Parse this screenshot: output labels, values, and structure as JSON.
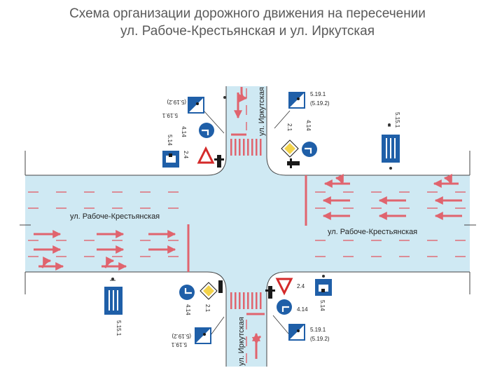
{
  "title": {
    "line1": "Схема организации дорожного движения на пересечении",
    "line2": "ул. Рабоче-Крестьянская и ул. Иркутская"
  },
  "streets": {
    "horizontal": "ул. Рабоче-Крестьянская",
    "vertical": "ул. Иркутская"
  },
  "sign_codes": {
    "crosswalk": "5.19.1",
    "crosswalk_alt": "(5.19.2)",
    "main_road": "2.1",
    "yield": "2.4",
    "right_only": "4.14",
    "left_only": "5.14",
    "lanes": "5.15.1"
  },
  "colors": {
    "road": "#cfe9f3",
    "marking": "#e0646e",
    "sign_blue": "#1f5fa8",
    "sign_red": "#d42a2a",
    "main_road_yellow": "#f3d34a",
    "text": "#5a5a5a"
  }
}
